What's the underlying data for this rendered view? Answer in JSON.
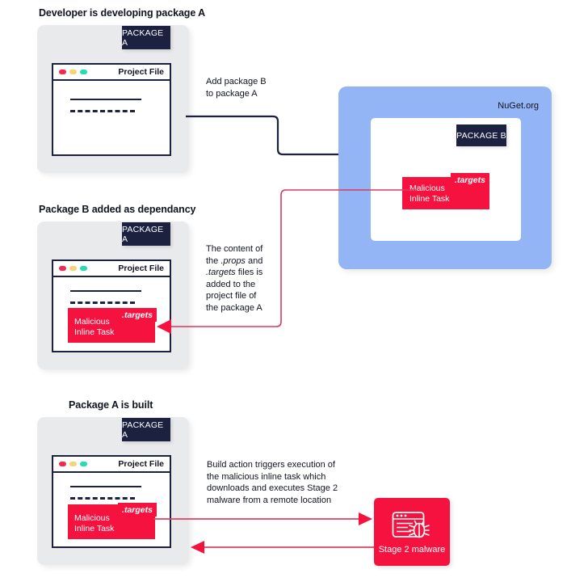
{
  "colors": {
    "navy": "#1c2140",
    "red": "#f5123f",
    "blue": "#93b4f5",
    "card_grey": "#e9eaec",
    "white": "#ffffff",
    "dot_red": "#f5294b",
    "dot_yellow": "#f8d373",
    "dot_teal": "#27dcb0"
  },
  "steps": [
    {
      "id": "step-1",
      "title": "Developer is developing package A",
      "badge": "PACKAGE A",
      "window_title": "Project File",
      "has_malicious": false
    },
    {
      "id": "step-2",
      "title": "Package B added as dependancy",
      "badge": "PACKAGE A",
      "window_title": "Project File",
      "has_malicious": true,
      "malicious_label_line1": "Malicious",
      "malicious_label_line2": "Inline Task",
      "targets_tab": ".targets"
    },
    {
      "id": "step-3",
      "title": "Package A is built",
      "badge": "PACKAGE A",
      "window_title": "Project File",
      "has_malicious": true,
      "malicious_label_line1": "Malicious",
      "malicious_label_line2": "Inline Task",
      "targets_tab": ".targets"
    }
  ],
  "nuget": {
    "label": "NuGet.org",
    "badge": "PACKAGE B",
    "malicious_label_line1": "Malicious",
    "malicious_label_line2": "Inline Task",
    "targets_tab": ".targets"
  },
  "annotations": {
    "add_package": {
      "line1": "Add package B",
      "line2": "to package A"
    },
    "content_of_props": {
      "line1": "The content of",
      "line2_a": "the ",
      "line2_i": ".props",
      "line2_b": " and",
      "line3_i": ".targets",
      "line3_b": " files is",
      "line4": "added to the",
      "line5": "project file of",
      "line6": "the package A"
    },
    "build_action": {
      "line1": "Build action triggers execution of",
      "line2": "the malicious inline task which",
      "line3": "downloads and executes Stage 2",
      "line4": "malware from a remote location"
    }
  },
  "stage2": {
    "label": "Stage 2 malware",
    "icon": "browser-bug-icon"
  }
}
